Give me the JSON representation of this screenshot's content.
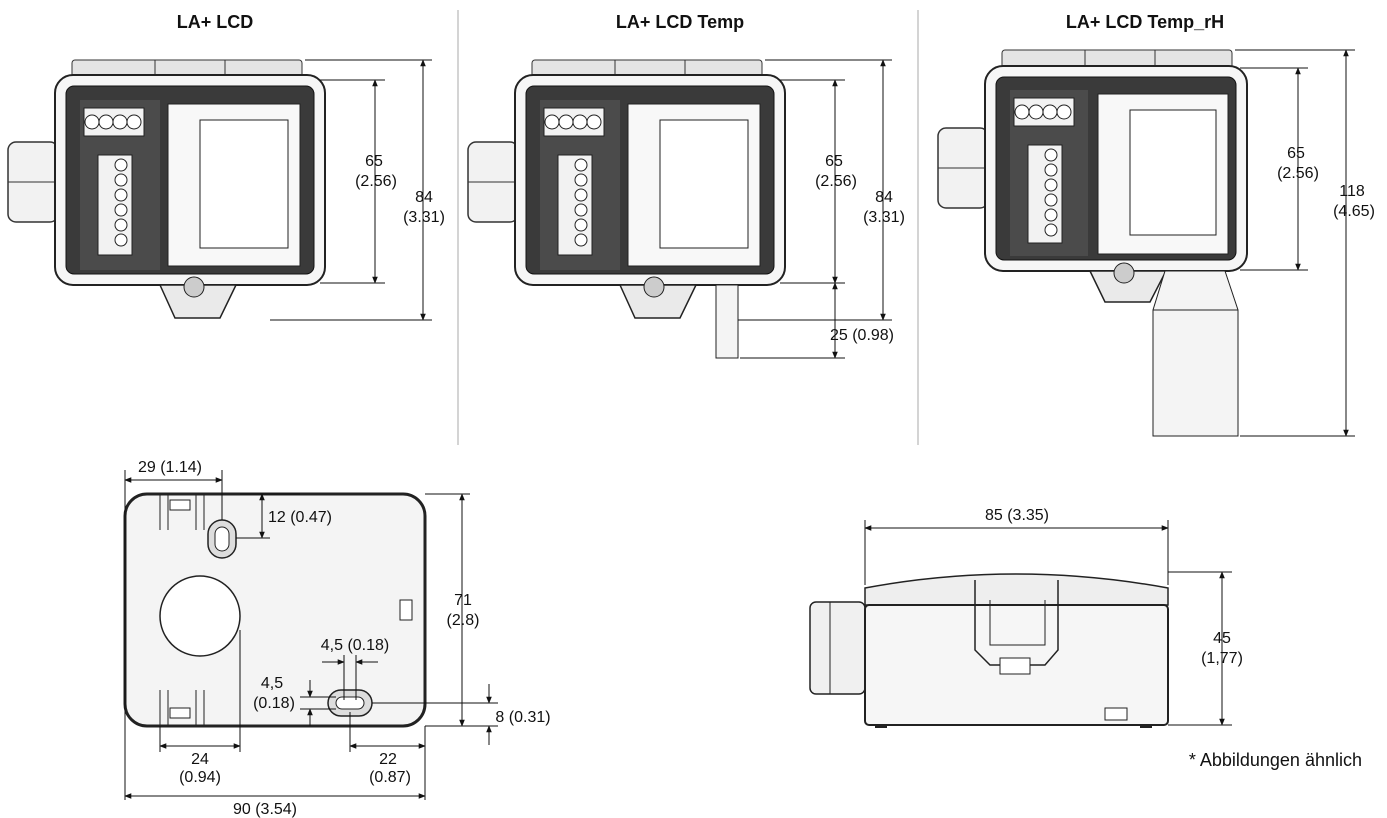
{
  "titles": {
    "lcd": "LA+ LCD",
    "lcd_temp": "LA+ LCD Temp",
    "lcd_temp_rh": "LA+ LCD Temp_rH"
  },
  "dims": {
    "lcd_65_a": "65",
    "lcd_65_b": "(2.56)",
    "lcd_84_a": "84",
    "lcd_84_b": "(3.31)",
    "temp_65_a": "65",
    "temp_65_b": "(2.56)",
    "temp_84_a": "84",
    "temp_84_b": "(3.31)",
    "temp_25": "25 (0.98)",
    "rh_65_a": "65",
    "rh_65_b": "(2.56)",
    "rh_118_a": "118",
    "rh_118_b": "(4.65)",
    "back_29": "29 (1.14)",
    "back_12": "12 (0.47)",
    "back_71_a": "71",
    "back_71_b": "(2.8)",
    "back_45x": "4,5 (0.18)",
    "back_45y_a": "4,5",
    "back_45y_b": "(0.18)",
    "back_8": "8 (0.31)",
    "back_24_a": "24",
    "back_24_b": "(0.94)",
    "back_22_a": "22",
    "back_22_b": "(0.87)",
    "back_90": "90 (3.54)",
    "side_85": "85 (3.35)",
    "side_45_a": "45",
    "side_45_b": "(1,77)"
  },
  "note": "* Abbildungen ähnlich"
}
